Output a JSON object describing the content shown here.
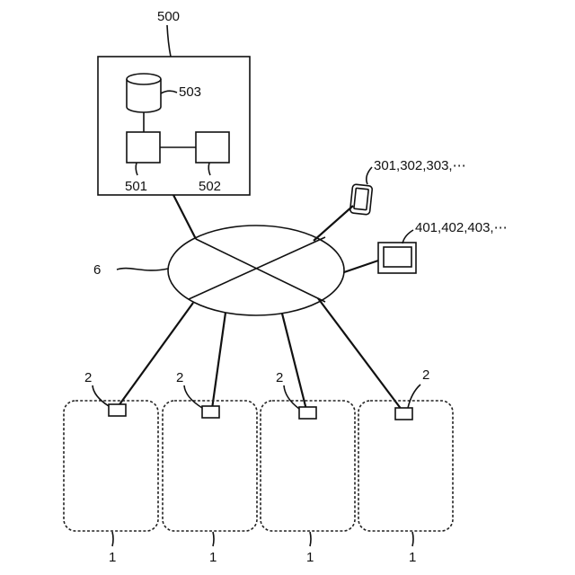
{
  "labels": {
    "server": "500",
    "database": "503",
    "server_unit_a": "501",
    "server_unit_b": "502",
    "mobile_devices": "301,302,303,⋯",
    "monitor_devices": "401,402,403,⋯",
    "network": "6",
    "sensor": "2",
    "area": "1"
  },
  "sensor_groups": [
    {
      "sensor_label": "2",
      "area_label": "1"
    },
    {
      "sensor_label": "2",
      "area_label": "1"
    },
    {
      "sensor_label": "2",
      "area_label": "1"
    },
    {
      "sensor_label": "2",
      "area_label": "1"
    }
  ]
}
